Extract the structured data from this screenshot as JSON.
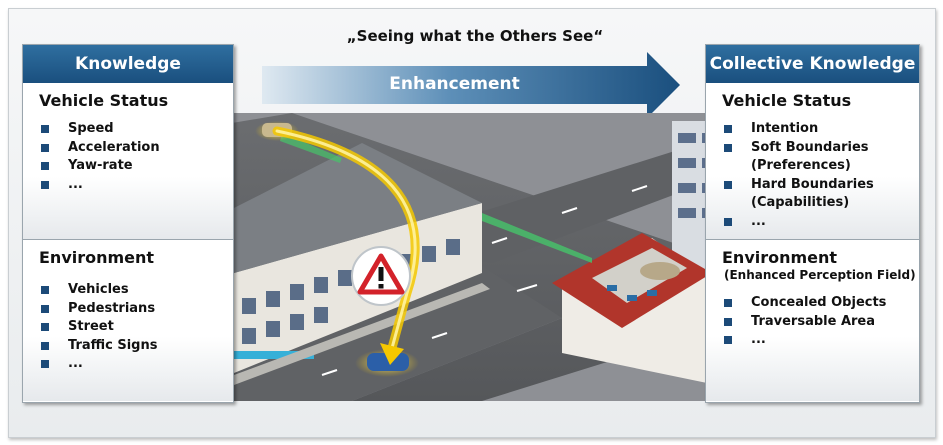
{
  "headline": "„Seeing what the Others See“",
  "arrow": {
    "label": "Enhancement"
  },
  "left_panel": {
    "title": "Knowledge",
    "vehicle_status": {
      "title": "Vehicle Status",
      "items": [
        "Speed",
        "Acceleration",
        "Yaw-rate",
        "..."
      ]
    },
    "environment": {
      "title": "Environment",
      "items": [
        "Vehicles",
        "Pedestrians",
        "Street",
        "Traffic Signs",
        "..."
      ]
    }
  },
  "right_panel": {
    "title": "Collective Knowledge",
    "vehicle_status": {
      "title": "Vehicle Status",
      "items": [
        "Intention",
        "Soft Boundaries",
        "(Preferences)",
        "Hard Boundaries",
        "(Capabilities)",
        "..."
      ]
    },
    "environment": {
      "title": "Environment",
      "subtitle": "(Enhanced Perception Field)",
      "items": [
        "Concealed Objects",
        "Traversable Area",
        "..."
      ]
    }
  },
  "colors": {
    "header_blue": "#1a4f7e",
    "bullet_blue": "#1c4a78",
    "signal_yellow": "#f5c800",
    "warning_red": "#d3222a"
  },
  "icons": [
    "warning-triangle-icon"
  ]
}
